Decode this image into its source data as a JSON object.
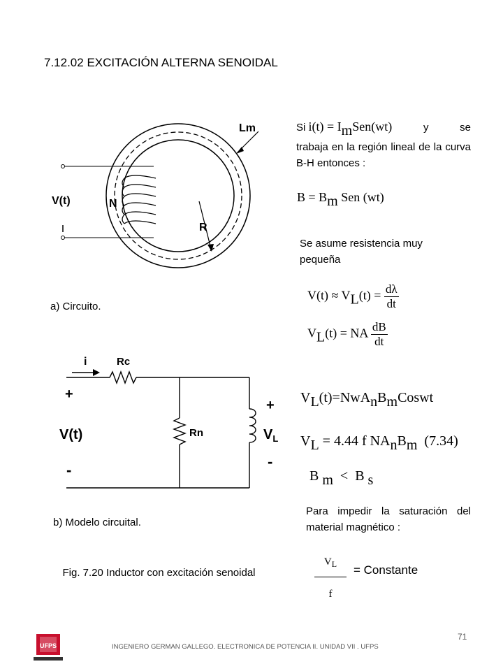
{
  "heading": "7.12.02 EXCITACIÓN ALTERNA SENOIDAL",
  "text_si": "Si",
  "text_y": "y",
  "text_se": "se",
  "text_intro_rest": "trabaja en la región lineal de la curva B-H entonces :",
  "eq_current": {
    "lhs": "i(t) = I",
    "sub": "m",
    "rhs": "Sen(wt)"
  },
  "eq_flux": {
    "lhs": "B = B",
    "sub": "m",
    "rhs": "Sen (wt)"
  },
  "text_resistance": "Se asume resistencia muy pequeña",
  "eq_voltage": {
    "lhs": "V(t) ≈ V",
    "sub": "L",
    "mid": "(t) =",
    "num": "dλ",
    "den": "dt"
  },
  "eq_voltage2": {
    "lhs": "V",
    "sub": "L",
    "mid": "(t) = NA",
    "num": "dB",
    "den": "dt"
  },
  "eq_cos": {
    "lhs": "V",
    "sub": "L",
    "mid": "(t)=NwA",
    "sub2": "n",
    "mid2": "B",
    "sub3": "m",
    "rhs": "Coswt"
  },
  "eq_rms": {
    "lhs": "V",
    "sub": "L",
    "mid": "= 4.44 f NA",
    "sub2": "n",
    "mid2": "B",
    "sub3": "m",
    "tag": "(7.34)"
  },
  "eq_ineq": {
    "lhs": "B",
    "sub": "m",
    "op": "<",
    "rhs": "B",
    "sub2": "s"
  },
  "text_saturation": "Para impedir la saturación del material magnético :",
  "eq_const": {
    "num_main": "V",
    "num_sub": "L",
    "den": "f",
    "rhs": "= Constante"
  },
  "caption_a": "a) Circuito.",
  "caption_b": "b) Modelo circuital.",
  "fig_caption": "Fig. 7.20 Inductor con excitación senoidal",
  "footer": "INGENIERO GERMAN GALLEGO. ELECTRONICA DE POTENCIA II. UNIDAD VII . UFPS",
  "page_number": "71",
  "fig1_labels": {
    "lm": "Lm",
    "vt": "V(t)",
    "n": "N",
    "r": "R"
  },
  "fig2_labels": {
    "i": "i",
    "rc": "Rc",
    "plus_left": "+",
    "vt": "V(t)",
    "minus_left": "-",
    "rn": "Rn",
    "plus_right": "+",
    "vl_main": "V",
    "vl_sub": "L",
    "minus_right": "-"
  },
  "logo_text": "UFPS"
}
